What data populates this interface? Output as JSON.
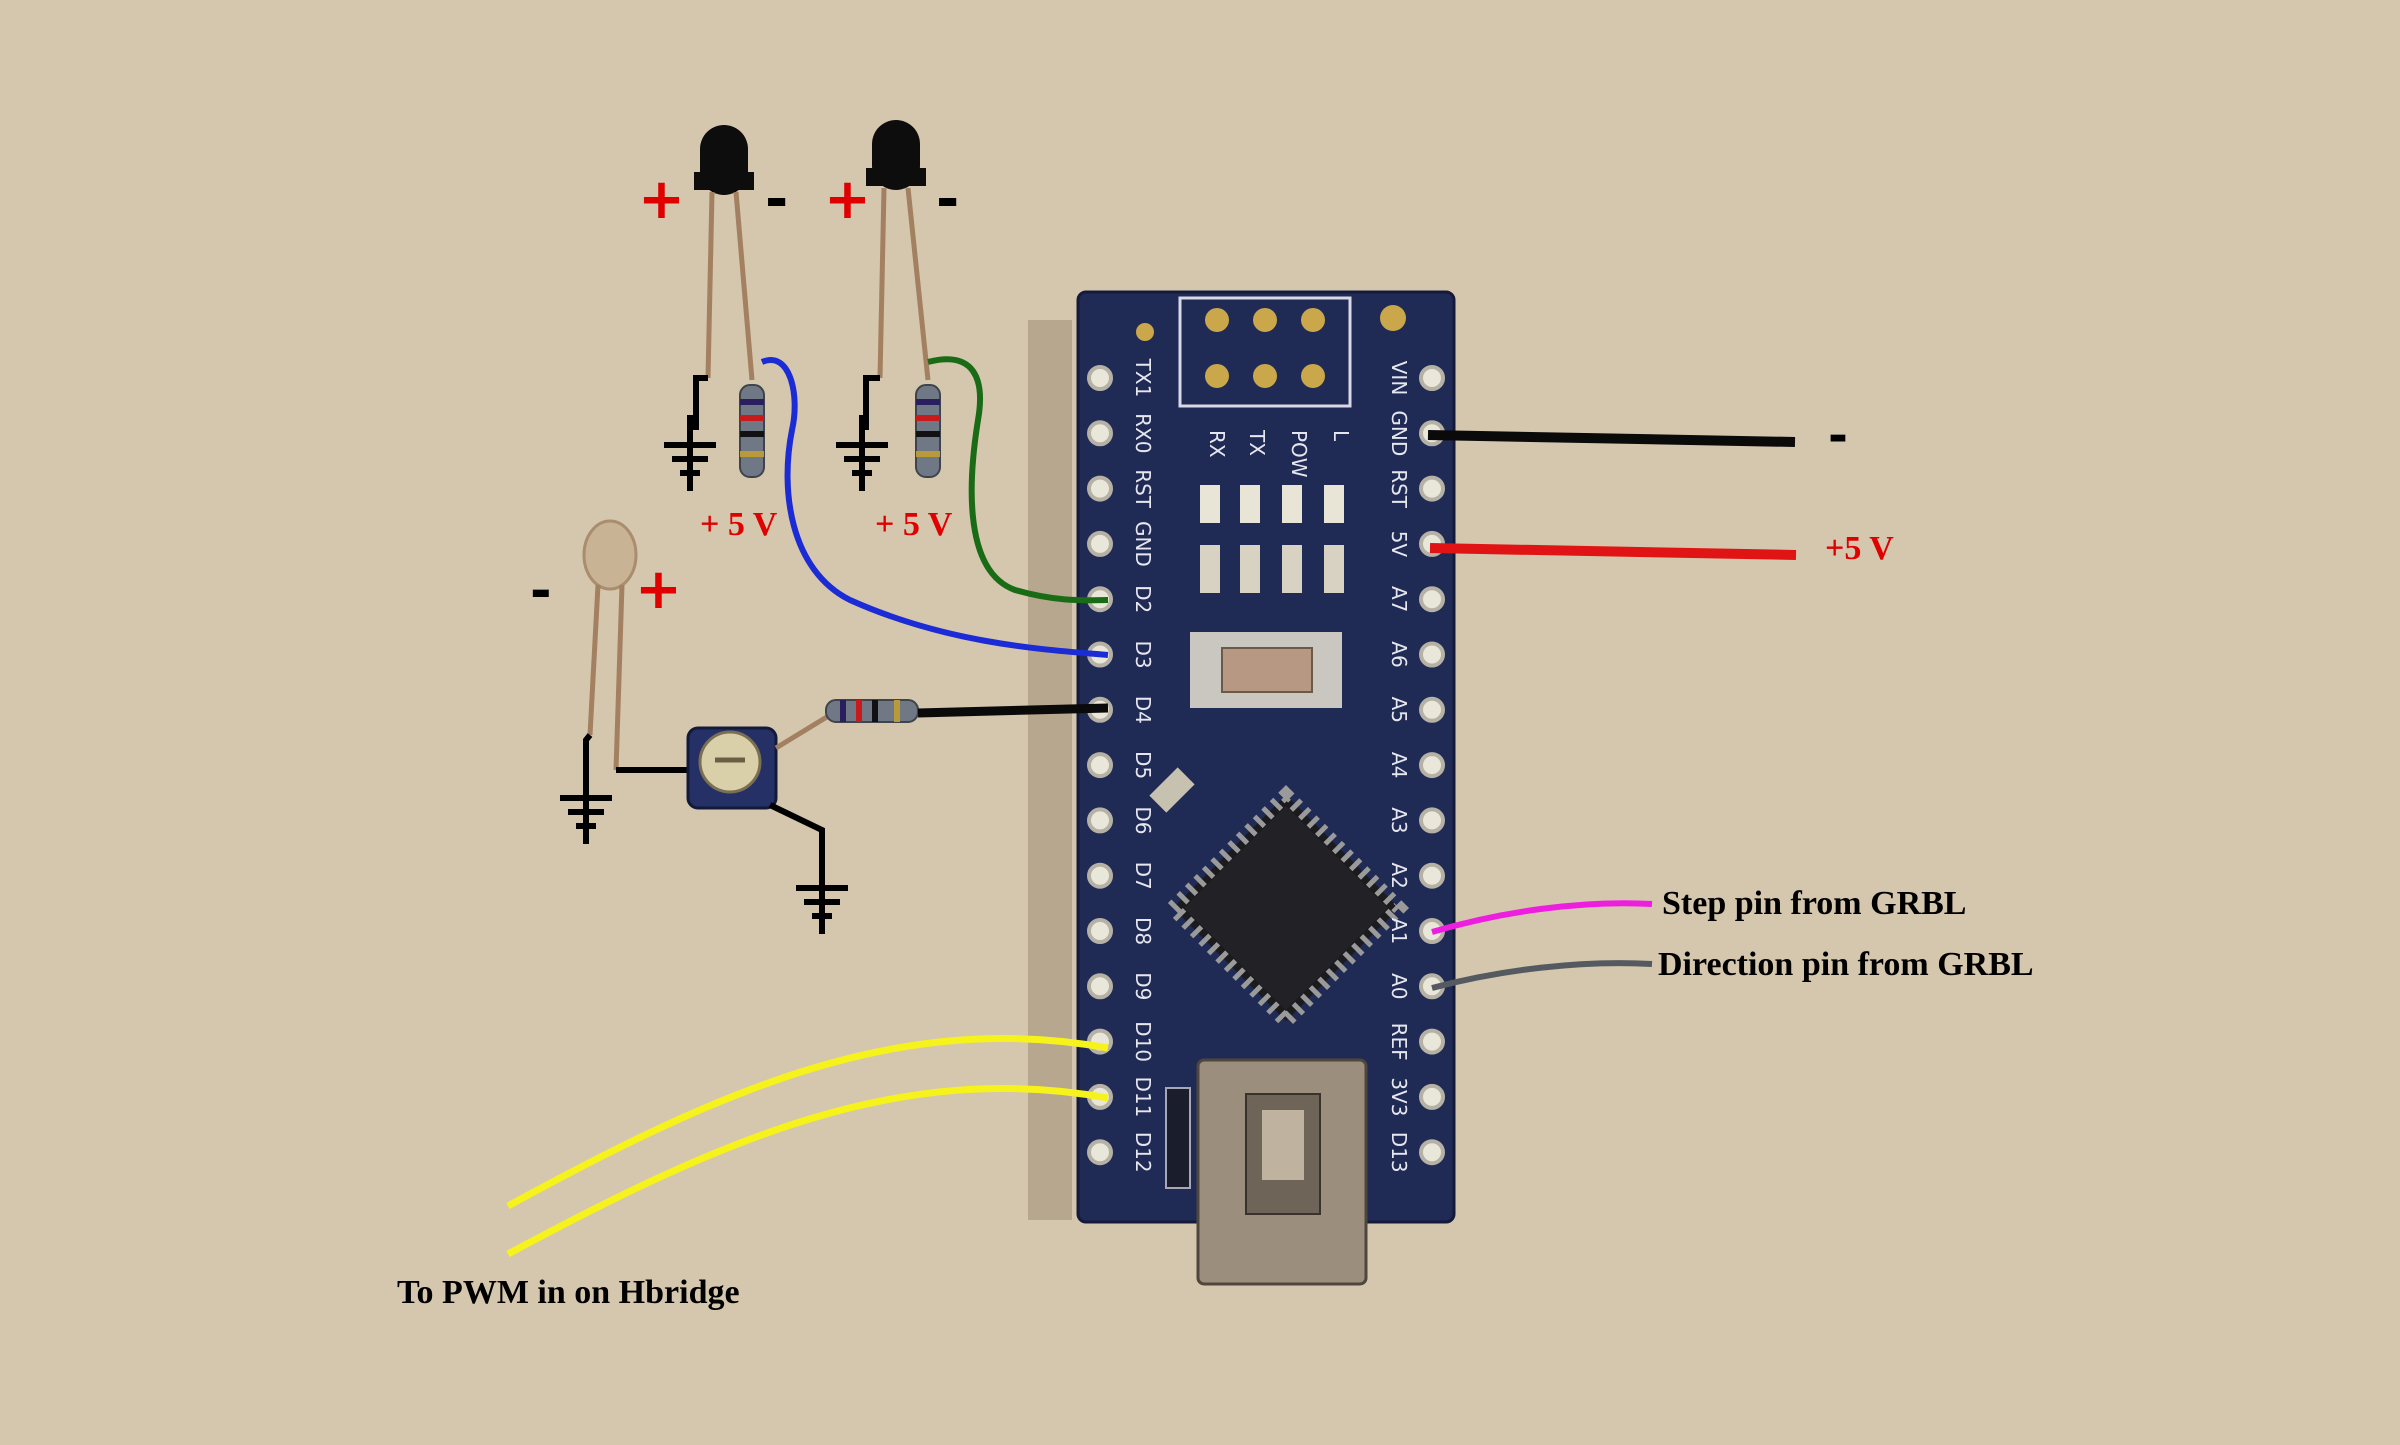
{
  "annotations": {
    "ir_pos": "+",
    "ir_neg": "-",
    "supply_5v": "+ 5 V",
    "led_neg": "-",
    "led_pos": "+",
    "gnd_line_label": "-",
    "vcc_line_label": "+5 V",
    "step_label": "Step pin from GRBL",
    "dir_label": "Direction pin from GRBL",
    "pwm_label": "To PWM in on Hbridge"
  },
  "board": {
    "left_pins": [
      "TX1",
      "RX0",
      "RST",
      "GND",
      "D2",
      "D3",
      "D4",
      "D5",
      "D6",
      "D7",
      "D8",
      "D9",
      "D10",
      "D11",
      "D12"
    ],
    "right_pins": [
      "VIN",
      "GND",
      "RST",
      "5V",
      "A7",
      "A6",
      "A5",
      "A4",
      "A3",
      "A2",
      "A1",
      "A0",
      "REF",
      "3V3",
      "D13"
    ],
    "leds": [
      "RX",
      "TX",
      "POW",
      "L"
    ]
  },
  "colors": {
    "background": "#d5c6ae",
    "board": "#1f2a55",
    "wire_blue": "#1b2bd6",
    "wire_green": "#1a6b16",
    "wire_black": "#0a0a0a",
    "wire_red": "#e01414",
    "wire_magenta": "#ee1ee0",
    "wire_gray": "#555a60",
    "wire_yellow": "#f6f21c",
    "annotation_red": "#e00000"
  }
}
